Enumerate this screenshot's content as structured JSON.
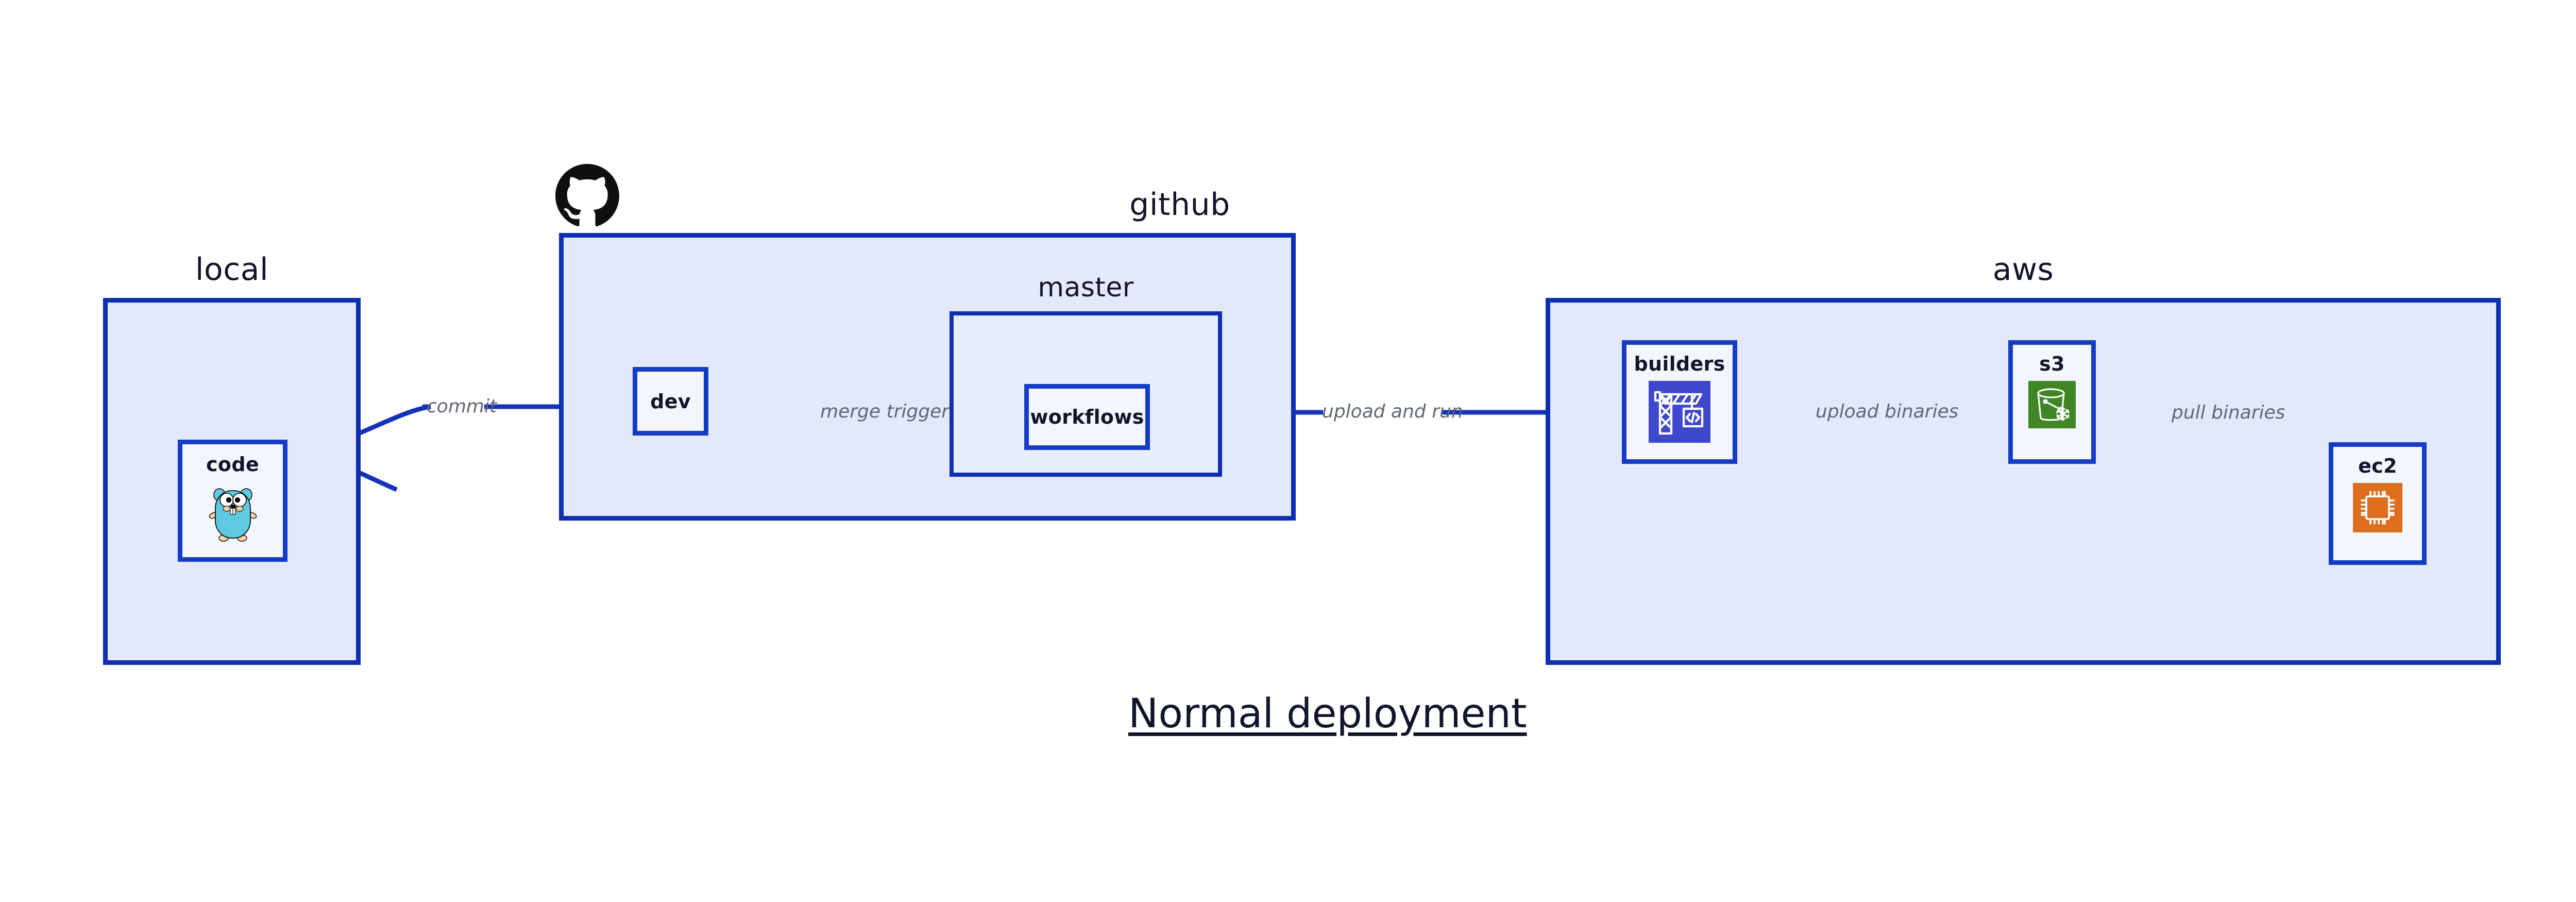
{
  "title": "Normal deployment",
  "colors": {
    "group_fill": "#E3E8FA",
    "group_inner_fill": "#E8EDFB",
    "group_border": "#0D2FB0",
    "node_fill": "#F4F6FD",
    "node_border": "#143CC4",
    "edge_stroke": "#1433B8",
    "edge_label_text": "#5F6675",
    "title_text": "#12142B",
    "builders_icon_bg": "#3F48CC",
    "s3_icon_bg": "#3F8624",
    "ec2_icon_bg": "#DC6E1E",
    "gopher_body": "#5DC9E2",
    "github_logo": "#100E0F"
  },
  "groups": [
    {
      "id": "local",
      "label": "local"
    },
    {
      "id": "github",
      "label": "github"
    },
    {
      "id": "master",
      "label": "master"
    },
    {
      "id": "aws",
      "label": "aws"
    }
  ],
  "nodes": [
    {
      "id": "code",
      "label": "code",
      "icon": "go-gopher-icon",
      "parent": "local"
    },
    {
      "id": "dev",
      "label": "dev",
      "icon": null,
      "parent": "github"
    },
    {
      "id": "workflows",
      "label": "workflows",
      "icon": null,
      "parent": "master"
    },
    {
      "id": "builders",
      "label": "builders",
      "icon": "crane-code-icon",
      "parent": "aws"
    },
    {
      "id": "s3",
      "label": "s3",
      "icon": "s3-bucket-icon",
      "parent": "aws"
    },
    {
      "id": "ec2",
      "label": "ec2",
      "icon": "cpu-chip-icon",
      "parent": "aws"
    }
  ],
  "edges": [
    {
      "id": "commit",
      "label": "commit",
      "from": "code",
      "to": "dev"
    },
    {
      "id": "merge-trigger",
      "label": "merge trigger",
      "from": "dev",
      "to": "workflows"
    },
    {
      "id": "upload-and-run",
      "label": "upload and run",
      "from": "workflows",
      "to": "builders"
    },
    {
      "id": "upload-binaries",
      "label": "upload binaries",
      "from": "builders",
      "to": "s3"
    },
    {
      "id": "pull-binaries",
      "label": "pull binaries",
      "from": "s3",
      "to": "ec2"
    }
  ],
  "logos": [
    {
      "id": "github-logo",
      "name": "github-octocat-icon"
    }
  ]
}
